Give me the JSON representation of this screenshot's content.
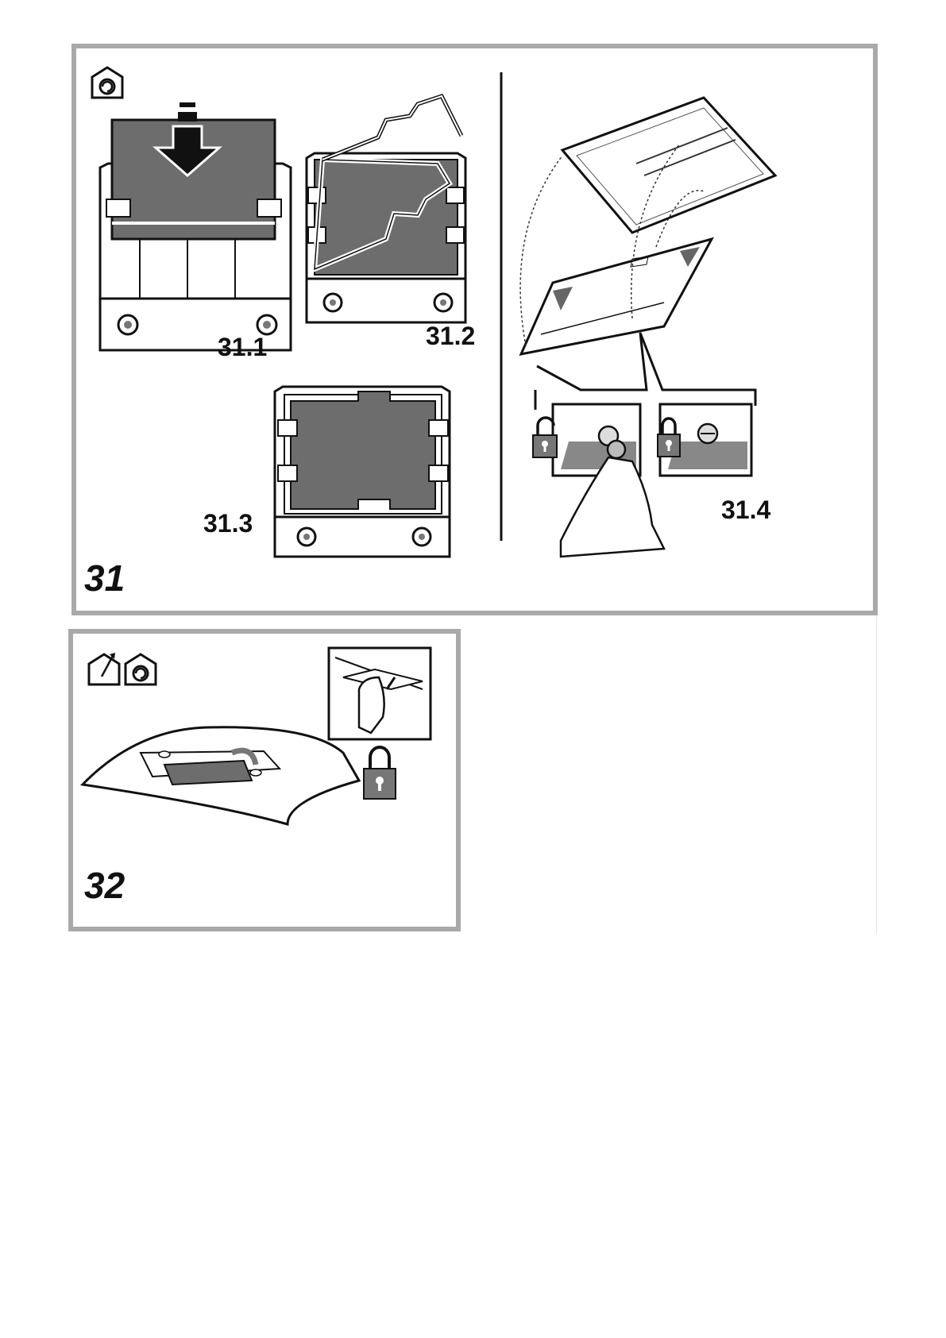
{
  "figure31": {
    "number": "31",
    "steps": [
      "31.1",
      "31.2",
      "31.3",
      "31.4"
    ],
    "icons": [
      "recirculation-house-icon",
      "unlocked-padlock-icon",
      "locked-padlock-icon"
    ]
  },
  "figure32": {
    "number": "32",
    "icons": [
      "extraction-house-icon",
      "recirculation-house-icon",
      "locked-padlock-icon"
    ]
  }
}
